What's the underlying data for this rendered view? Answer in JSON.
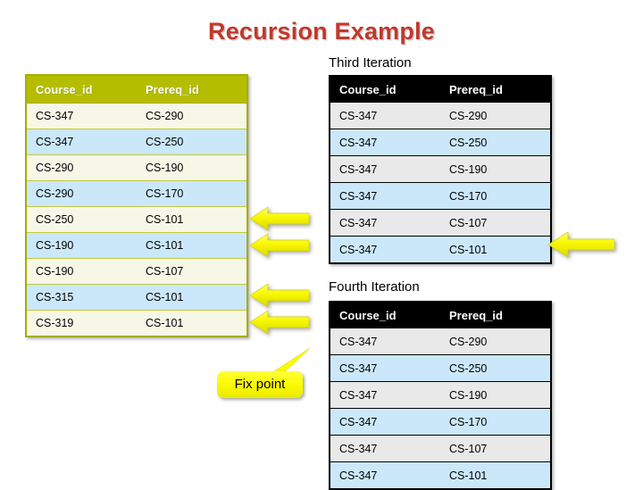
{
  "slide": {
    "title": "Recursion Example"
  },
  "left_table": {
    "name": "initial-relation-table",
    "columns": [
      "Course_id",
      "Prereq_id"
    ],
    "rows": [
      [
        "CS-347",
        "CS-290"
      ],
      [
        "CS-347",
        "CS-250"
      ],
      [
        "CS-290",
        "CS-190"
      ],
      [
        "CS-290",
        "CS-170"
      ],
      [
        "CS-250",
        "CS-101"
      ],
      [
        "CS-190",
        "CS-101"
      ],
      [
        "CS-190",
        "CS-107"
      ],
      [
        "CS-315",
        "CS-101"
      ],
      [
        "CS-319",
        "CS-101"
      ]
    ],
    "header_color": "#b5bd00",
    "row_colors": [
      "#f7f7e8",
      "#cbe8fa"
    ]
  },
  "third_iteration": {
    "caption": "Third Iteration",
    "columns": [
      "Course_id",
      "Prereq_id"
    ],
    "rows": [
      [
        "CS-347",
        "CS-290"
      ],
      [
        "CS-347",
        "CS-250"
      ],
      [
        "CS-347",
        "CS-190"
      ],
      [
        "CS-347",
        "CS-170"
      ],
      [
        "CS-347",
        "CS-107"
      ],
      [
        "CS-347",
        "CS-101"
      ]
    ],
    "header_color": "#000000",
    "row_colors": [
      "#e9e9e9",
      "#cbe8fa"
    ]
  },
  "fourth_iteration": {
    "caption": "Fourth Iteration",
    "columns": [
      "Course_id",
      "Prereq_id"
    ],
    "rows": [
      [
        "CS-347",
        "CS-290"
      ],
      [
        "CS-347",
        "CS-250"
      ],
      [
        "CS-347",
        "CS-190"
      ],
      [
        "CS-347",
        "CS-170"
      ],
      [
        "CS-347",
        "CS-107"
      ],
      [
        "CS-347",
        "CS-101"
      ]
    ],
    "header_color": "#000000",
    "row_colors": [
      "#e9e9e9",
      "#cbe8fa"
    ]
  },
  "callout": {
    "fix_point_label": "Fix point"
  },
  "arrows": {
    "color": "#f2f200",
    "count_left": 4,
    "count_right": 1
  }
}
